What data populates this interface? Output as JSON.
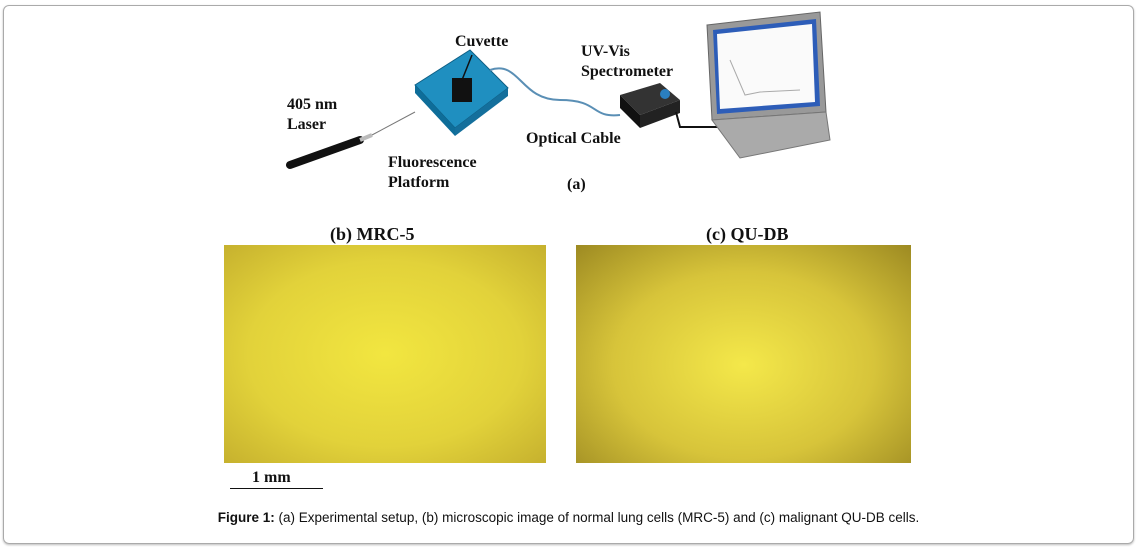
{
  "setup": {
    "laser_line1": "405 nm",
    "laser_line2": "Laser",
    "cuvette": "Cuvette",
    "spectrometer_line1": "UV-Vis",
    "spectrometer_line2": "Spectrometer",
    "cable": "Optical Cable",
    "platform_line1": "Fluorescence",
    "platform_line2": "Platform",
    "panel": "(a)"
  },
  "panel_b": {
    "title": "(b) MRC-5"
  },
  "panel_c": {
    "title": "(c) QU-DB"
  },
  "scale_bar": {
    "label": "1 mm"
  },
  "caption": {
    "label": "Figure 1:",
    "text": " (a) Experimental setup, (b) microscopic image of normal lung cells (MRC-5) and (c) malignant QU-DB cells."
  }
}
